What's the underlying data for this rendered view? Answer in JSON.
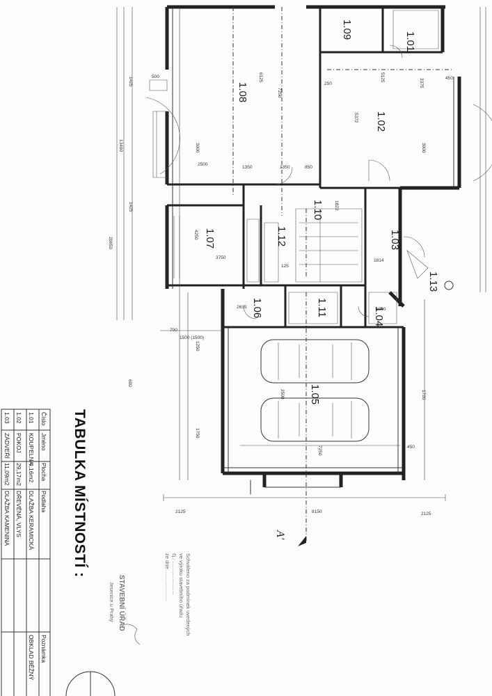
{
  "rooms": {
    "r101": "1.01",
    "r102": "1.02",
    "r103": "1.03",
    "r104": "1.04",
    "r105": "1.05",
    "r106": "1.06",
    "r107": "1.07",
    "r108": "1.08",
    "r109": "1.09",
    "r110": "1.10",
    "r111": "1.11",
    "r112": "1.12",
    "r113": "1.13"
  },
  "dimensions": {
    "d6125": "6125",
    "d5125": "5125",
    "d7250": "7250",
    "d3000a": "3000",
    "d3000b": "3000",
    "d2500": "2500",
    "d1350a": "1350",
    "d1350b": "1350",
    "d3750": "3750",
    "d4250": "4250",
    "d5372": "5372",
    "d3375": "3375",
    "d250": "250",
    "d450a": "450",
    "d450b": "450",
    "d500": "500",
    "d125": "125",
    "d1425a": "1425",
    "d1425b": "1425",
    "d2635": "2635",
    "d1500": "1500 (1500)",
    "d1250": "1250",
    "d1814": "1814",
    "d1822": "1822",
    "d700": "700",
    "d8150": "8150",
    "d2125a": "2125",
    "d2125b": "2125",
    "d20650": "20650",
    "d13400": "13400",
    "d1720": "1720",
    "d1750": "1750",
    "d600": "600",
    "d850": "850",
    "d2500b": "2500",
    "d1000": "1000"
  },
  "section_marker": "A'",
  "table": {
    "title": "TABULKA MÍSTNOSTÍ :",
    "headers": [
      "Číslo",
      "Jméno",
      "Plocha",
      "Podlaha",
      "Poznámka"
    ],
    "rows": [
      [
        "1.01",
        "KOUPELNA",
        "4,16m2",
        "DLAŽBA KERAMICKÁ",
        "OBKLAD BĚŽNÝ"
      ],
      [
        "1.02",
        "POKOJ",
        "29,17m2",
        "DŘEVĚNÁ, VLYS",
        ""
      ],
      [
        "1.03",
        "ZÁDVEŘÍ",
        "11,09m2",
        "DLAŽBA KAMENINA",
        ""
      ]
    ]
  },
  "stamp": {
    "line1": "Schváleno za podmínek uvedených",
    "line2": "ve výroku stavebního úřadu",
    "line3": "čj.: .......................",
    "line4": "ze dne: ....................",
    "office": "STAVEBNÍ ÚŘAD",
    "city": "Jesenice u Prahy"
  }
}
